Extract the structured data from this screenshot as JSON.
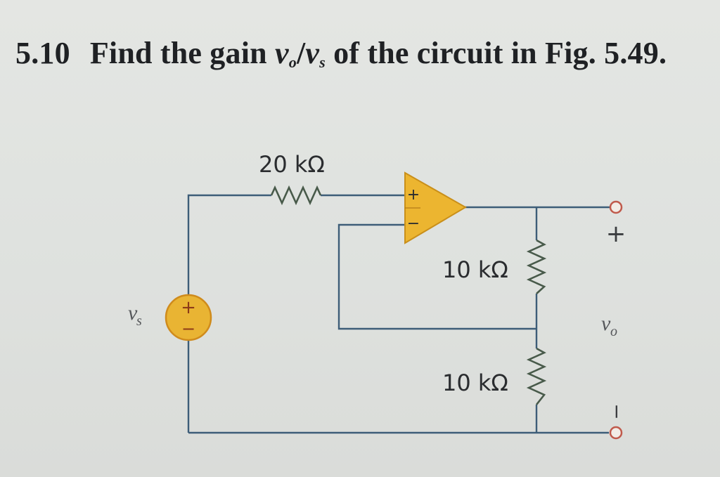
{
  "problem": {
    "number": "5.10",
    "text_before": "Find the gain ",
    "v": "v",
    "sub_o": "o",
    "slash": "/",
    "sub_s": "s",
    "text_after": " of the circuit in Fig. 5.49."
  },
  "circuit": {
    "r_input_label": "20 kΩ",
    "r_upper_label": "10 kΩ",
    "r_lower_label": "10 kΩ",
    "source_label_var": "v",
    "source_label_sub": "s",
    "output_label_var": "v",
    "output_label_sub": "o",
    "output_plus": "+",
    "output_minus": "−",
    "opamp_plus": "+",
    "opamp_minus": "−",
    "source_plus": "+",
    "source_minus": "−"
  },
  "colors": {
    "opamp_fill": "#ecb530",
    "source_fill": "#e9b433",
    "wire": "#3d5d78",
    "terminal": "#c05a4c"
  }
}
